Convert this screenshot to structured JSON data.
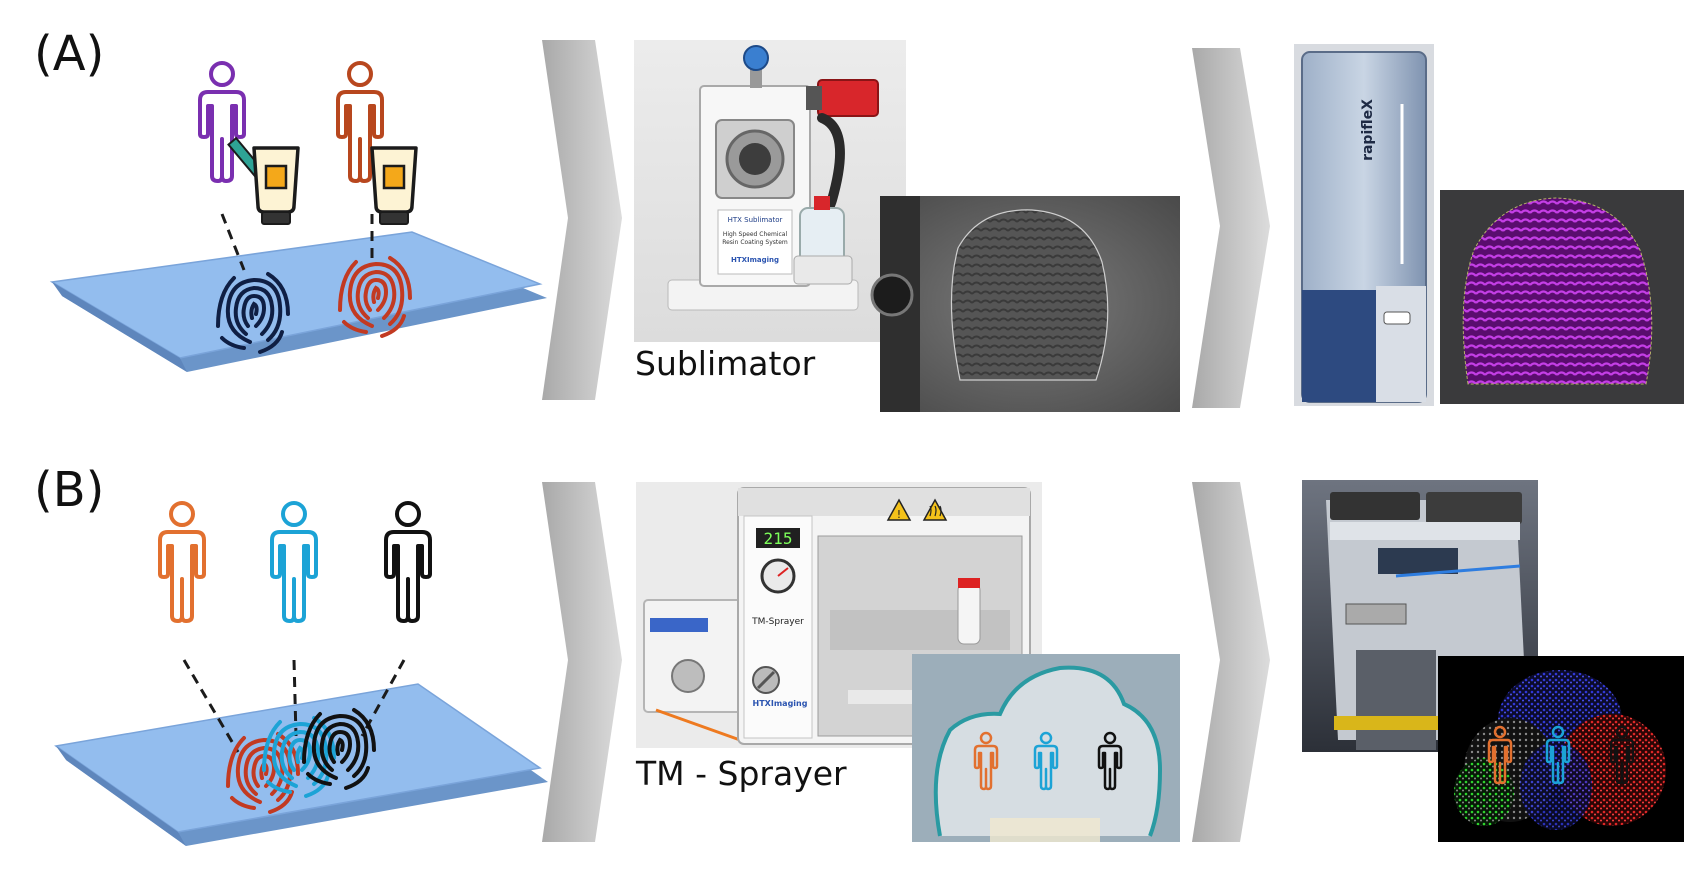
{
  "panels": [
    {
      "label": "(A)",
      "instrument_caption": "Sublimator",
      "sublimator_panel": {
        "brand": "HTX Sublimator",
        "line1": "High Speed Chemical",
        "line2": "Resin Coating System",
        "logo": "HTXImaging"
      },
      "maldi_brand": "rapifleX",
      "people_colors": [
        "#7a2fb0",
        "#b8471e"
      ],
      "fingerprint_colors": [
        "#0f1f44",
        "#c23a22"
      ],
      "icons": [
        "person-icon",
        "cream-tube-icon",
        "brush-icon",
        "fingerprint-icon"
      ]
    },
    {
      "label": "(B)",
      "instrument_caption": "TM - Sprayer",
      "sprayer_brand": "TM-Sprayer",
      "sprayer_display": "215",
      "sprayer_logo": "HTXImaging",
      "people_colors": [
        "#e2702f",
        "#1ca3d6",
        "#111111"
      ],
      "ion_image_colors": [
        "#29c229",
        "#2b34c8",
        "#d62222"
      ],
      "icons": [
        "person-icon",
        "fingerprint-icon",
        "warning-icon"
      ]
    }
  ],
  "colors": {
    "slide": "#8fb8ea",
    "slide_edge": "#6b95c9",
    "chevron": "#c6c6c6"
  }
}
